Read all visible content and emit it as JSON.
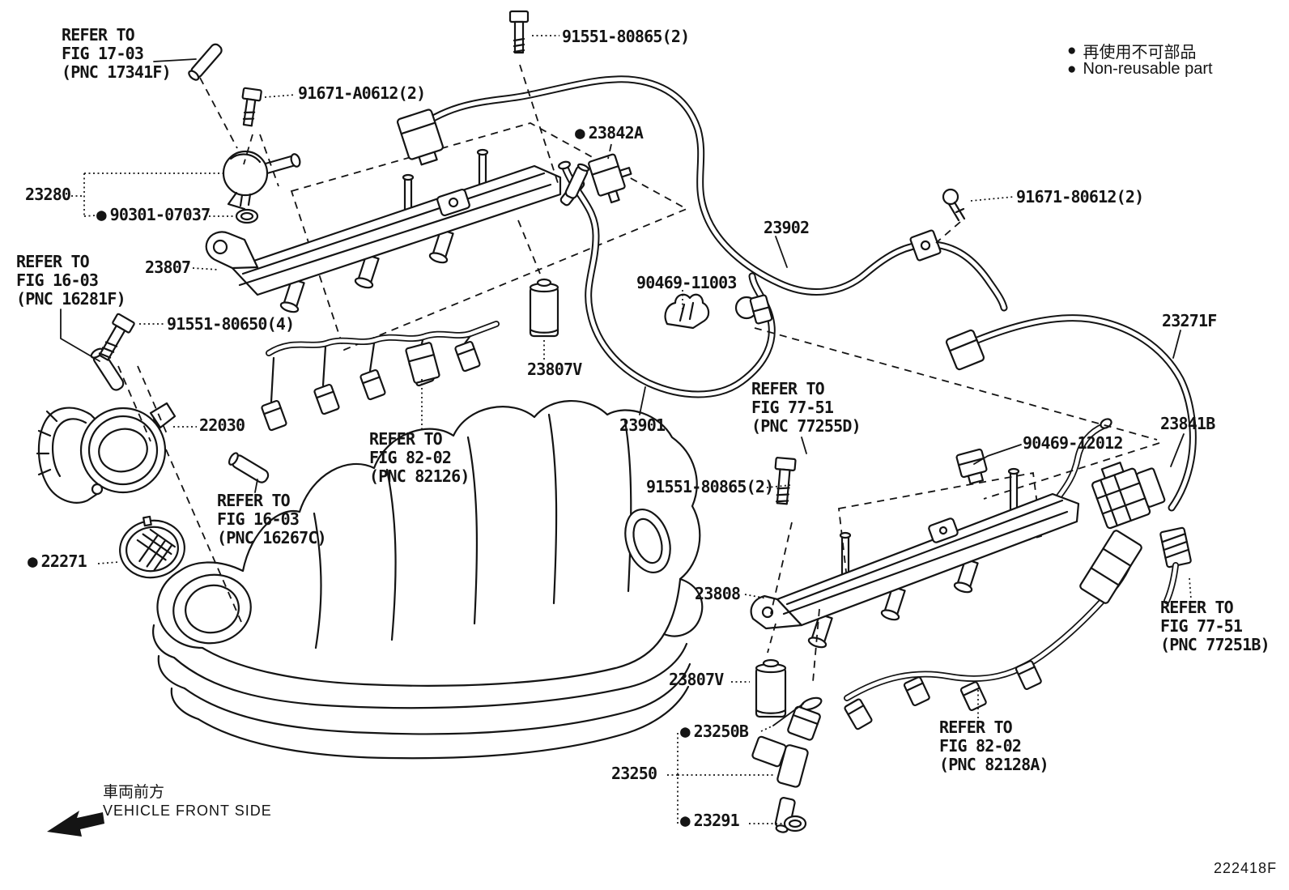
{
  "symbols": {
    "bullet": "●"
  },
  "legend": {
    "jp": "再使用不可部品",
    "en": "Non-reusable part"
  },
  "footer": {
    "front_jp": "車両前方",
    "front_en": "VEHICLE FRONT SIDE",
    "figure_code": "222418F"
  },
  "callouts": {
    "refer_fig_17_03": "REFER TO\nFIG 17-03\n(PNC 17341F)",
    "bolt_91671_a0612": "91671-A0612(2)",
    "bolt_91551_80865_top": "91551-80865(2)",
    "valve_23842a": "23842A",
    "damper_23280": "23280",
    "oring_90301_07037": "90301-07037",
    "rail_23807": "23807",
    "refer_fig_16_03_throttle": "REFER TO\nFIG 16-03\n(PNC 16281F)",
    "bolt_91551_80650": "91551-80650(4)",
    "throttle_22030": "22030",
    "refer_fig_82_02_harness1": "REFER TO\nFIG 82-02\n(PNC 82126)",
    "damper_23807v_left": "23807V",
    "clamp_90469_11003": "90469-11003",
    "hose_23901": "23901",
    "hose_23902": "23902",
    "refer_fig_77_51_a": "REFER TO\nFIG 77-51\n(PNC 77255D)",
    "bolt_91671_80612": "91671-80612(2)",
    "pipe_23271f": "23271F",
    "clamp_90469_12012": "90469-12012",
    "valve_23841b": "23841B",
    "bolt_91551_80865_mid": "91551-80865(2)",
    "refer_fig_16_03_hose": "REFER TO\nFIG 16-03\n(PNC 16267C)",
    "gasket_22271": "22271",
    "rail_23808": "23808",
    "refer_fig_77_51_b": "REFER TO\nFIG 77-51\n(PNC 77251B)",
    "damper_23807v_right": "23807V",
    "injector_23250b": "23250B",
    "injector_23250": "23250",
    "oring_23291": "23291",
    "refer_fig_82_02_harness2": "REFER TO\nFIG 82-02\n(PNC 82128A)"
  },
  "diagram": {
    "line_color": "#141414",
    "background": "#ffffff"
  }
}
